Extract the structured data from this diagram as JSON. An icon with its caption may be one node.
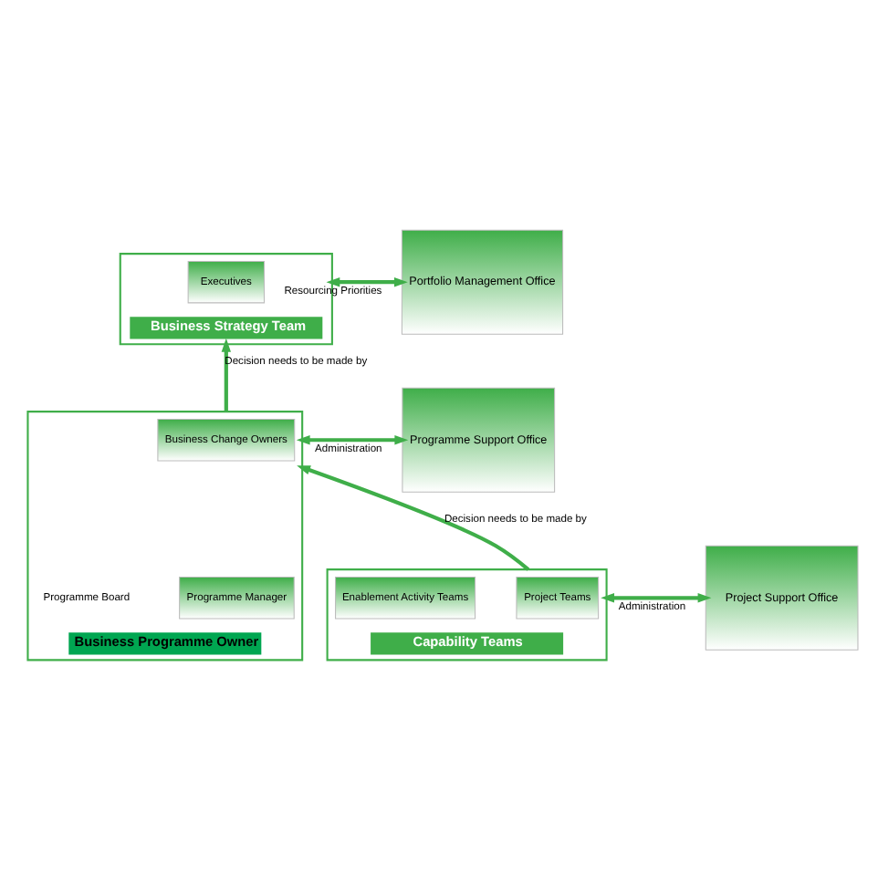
{
  "diagram": {
    "nodes": [
      {
        "text": [
          "Business Strategy Team"
        ]
      },
      {
        "text": [
          "Executives"
        ],
        "in": 0
      },
      {
        "text": [
          "Portfolio Management Office"
        ]
      },
      {
        "text": [
          "Business Programme Owner"
        ],
        "beside": [
          "Programme Board"
        ]
      },
      {
        "text": [
          "Business Change Owners"
        ],
        "in": 3
      },
      {
        "text": [
          "Programme Manager"
        ],
        "in": 3
      },
      {
        "text": [
          "Programme Support Office"
        ]
      },
      {
        "text": [
          "Capability Teams"
        ]
      },
      {
        "text": [
          "Project Teams"
        ],
        "in": 7
      },
      {
        "text": [
          "Enablement Activity Teams"
        ],
        "in": 7
      },
      {
        "text": [
          "Project Support Office"
        ]
      }
    ],
    "edges": [
      {
        "from": 0,
        "to": 2,
        "arrow": "both",
        "label": "Resourcing Priorities"
      },
      {
        "from": 3,
        "to": 0,
        "arrow": "to",
        "label": "Decision needs to be made by"
      },
      {
        "from": 3,
        "to": 6,
        "arrow": "both",
        "label": "Administration"
      },
      {
        "from": 7,
        "to": 3,
        "arrow": "to",
        "label": "Decision needs to be made by"
      },
      {
        "from": 7,
        "to": 10,
        "arrow": "both",
        "label": "Administration"
      }
    ]
  }
}
